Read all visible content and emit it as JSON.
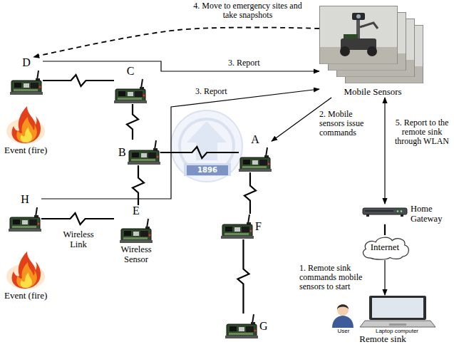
{
  "diagram": {
    "nodes": [
      {
        "text": [
          "D"
        ]
      },
      {
        "text": [
          "C"
        ]
      },
      {
        "text": [
          "Mobile Sensors"
        ]
      },
      {
        "text": [
          "A"
        ]
      },
      {
        "text": [
          "B"
        ]
      },
      {
        "text": [
          "Event (fire)"
        ]
      },
      {
        "text": [
          "Home Gateway"
        ]
      },
      {
        "text": [
          "H"
        ]
      },
      {
        "text": [
          "E",
          "Wireless Sensor"
        ]
      },
      {
        "text": [
          "F"
        ]
      },
      {
        "text": [
          "Internet"
        ]
      },
      {
        "text": [
          "Event (fire)"
        ]
      },
      {
        "text": [
          "G"
        ]
      },
      {
        "text": [
          "User",
          "Laptop computer",
          "Remote sink"
        ]
      }
    ],
    "edges": [
      {
        "from": 2,
        "to": 0,
        "arrow": "to",
        "label": "4. Move to emergency sites and take snapshots"
      },
      {
        "from": 0,
        "to": 2,
        "arrow": "to",
        "label": "3. Report"
      },
      {
        "from": 7,
        "to": 2,
        "arrow": "to",
        "label": "3. Report"
      },
      {
        "from": 2,
        "to": 3,
        "arrow": "to",
        "label": "2. Mobile sensors issue commands"
      },
      {
        "from": 2,
        "to": 6,
        "arrow": "both",
        "label": "5. Report to the remote sink through WLAN"
      },
      {
        "from": 6,
        "to": 10,
        "arrow": "none"
      },
      {
        "from": 10,
        "to": 13,
        "arrow": "to",
        "label": "1. Remote sink commands mobile sensors to start"
      },
      {
        "from": 0,
        "to": 1,
        "arrow": "none"
      },
      {
        "from": 1,
        "to": 4,
        "arrow": "none"
      },
      {
        "from": 4,
        "to": 3,
        "arrow": "none"
      },
      {
        "from": 4,
        "to": 8,
        "arrow": "none"
      },
      {
        "from": 8,
        "to": 7,
        "arrow": "none"
      },
      {
        "from": 3,
        "to": 9,
        "arrow": "none"
      },
      {
        "from": 9,
        "to": 12,
        "arrow": "none"
      }
    ],
    "labels": [
      "1896",
      "Wireless Link"
    ]
  }
}
